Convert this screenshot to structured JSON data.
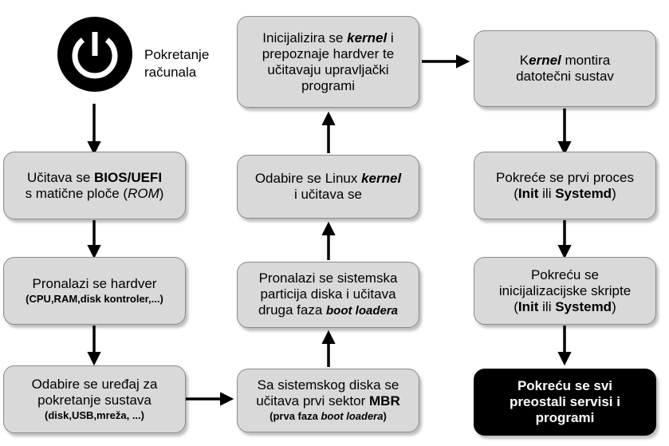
{
  "start": {
    "icon": "power-button-icon",
    "label_lines": [
      "Pokretanje",
      "računala"
    ]
  },
  "col1": {
    "bios": {
      "pre1": "Učitava se ",
      "bold1": "BIOS/UEFI",
      "pre2": "s matične ploče (",
      "ital2": "ROM",
      "post2": ")"
    },
    "hardware": {
      "line1": "Pronalazi se hardver",
      "line2": "(CPU,RAM,disk kontroler,...)"
    },
    "device": {
      "line1": "Odabire se uređaj za",
      "line2": "pokretanje sustava",
      "line3": "(disk,USB,mreža, ...)"
    }
  },
  "col2": {
    "mbr": {
      "line1": "Sa sistemskog diska se",
      "pre2": "učitava prvi sektor ",
      "bold2": "MBR",
      "pre3": "(prva faza ",
      "ital3": "boot loadera",
      "post3": ")"
    },
    "partition": {
      "line1": "Pronalazi se sistemska",
      "line2": "particija diska i učitava",
      "pre3": "druga faza ",
      "ital3": "boot loadera"
    },
    "kernel_select": {
      "pre1": "Odabire se Linux ",
      "ital1": "kernel",
      "line2": "i učitava se"
    },
    "kernel_init": {
      "pre1": "Inicijalizira se ",
      "ital1": "kernel",
      "post1": " i",
      "line2": "prepoznaje hardver te",
      "line3": "učitavaju upravljački",
      "line4": "programi"
    }
  },
  "col3": {
    "mount": {
      "pre1": "K",
      "ital1": "ernel",
      "post1": " montira",
      "line2": "datotečni sustav"
    },
    "first_process": {
      "line1": "Pokreće se prvi proces",
      "pre2": "(",
      "bold2a": "Init",
      "mid2": " ili ",
      "bold2b": "Systemd",
      "post2": ")"
    },
    "scripts": {
      "line1": "Pokreću se",
      "line2": "inicijalizacijske skripte",
      "pre3": "(",
      "bold3a": "Init",
      "mid3": " ili ",
      "bold3b": "Systemd",
      "post3": ")"
    },
    "services": {
      "line1": "Pokreću se svi",
      "line2": "preostali servisi i",
      "line3": "programi"
    }
  },
  "colors": {
    "box_fill": "#d9d9d9",
    "box_border": "#8a8a8a",
    "final_fill": "#000000",
    "arrow": "#000000"
  }
}
